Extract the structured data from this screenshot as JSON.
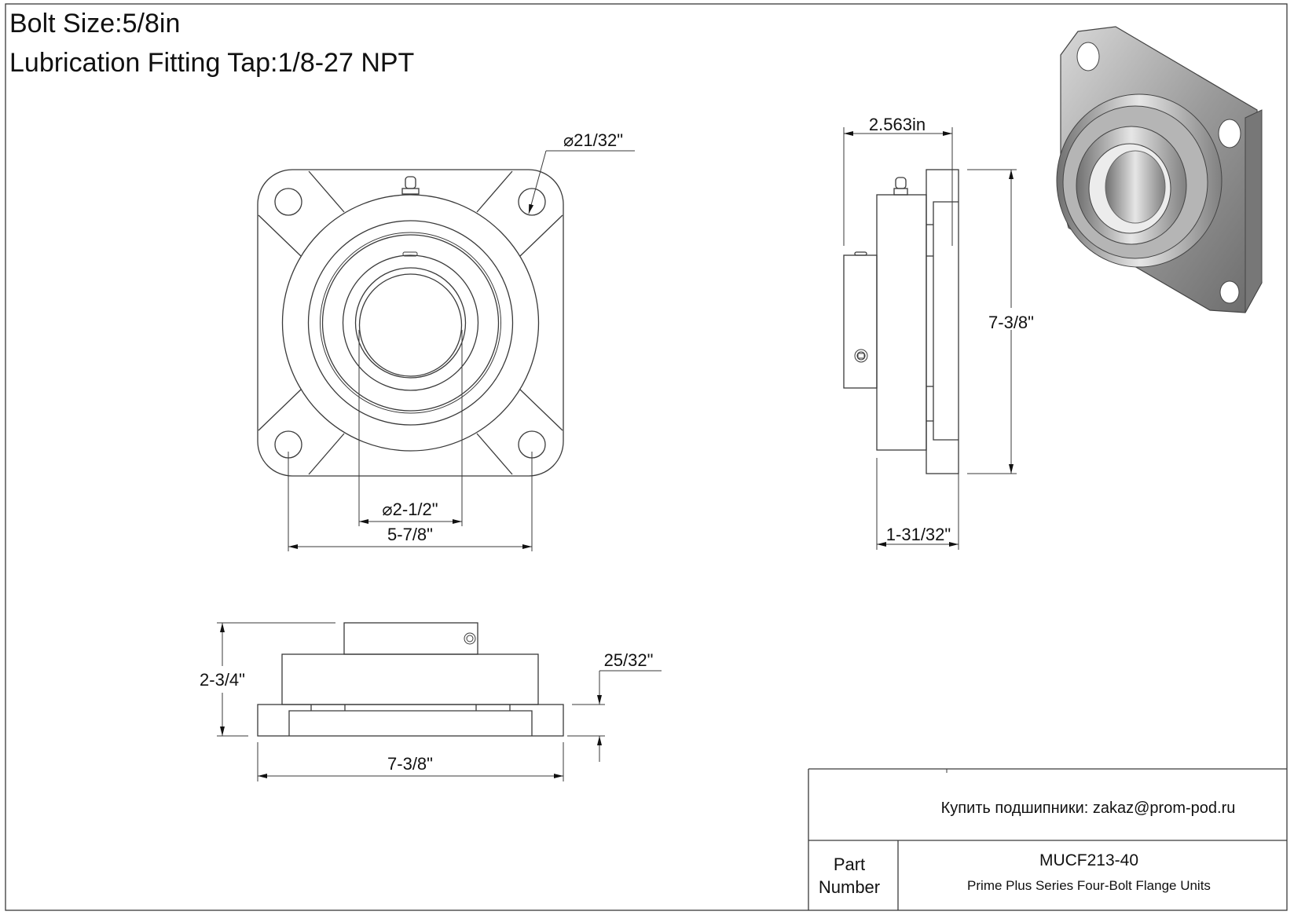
{
  "header": {
    "bolt_size": "Bolt Size:5/8in",
    "lubrication": "Lubrication Fitting Tap:1/8-27 NPT"
  },
  "front_view": {
    "bolt_hole_dia": "⌀21/32\"",
    "bore_dia": "⌀2-1/2\"",
    "bolt_spacing": "5-7/8\""
  },
  "side_view": {
    "overall_depth": "2.563in",
    "flange_height": "7-3/8\"",
    "housing_depth": "1-31/32\""
  },
  "bottom_view": {
    "height": "2-3/4\"",
    "flange_thickness": "25/32\"",
    "flange_width": "7-3/8\""
  },
  "title_block": {
    "contact": "Купить подшипники: zakaz@prom-pod.ru",
    "part_label_line1": "Part",
    "part_label_line2": "Number",
    "part_number": "MUCF213-40",
    "description": "Prime Plus Series Four-Bolt Flange Units"
  },
  "colors": {
    "line": "#3a3a3a",
    "render_metal": "#9a9a9a"
  }
}
